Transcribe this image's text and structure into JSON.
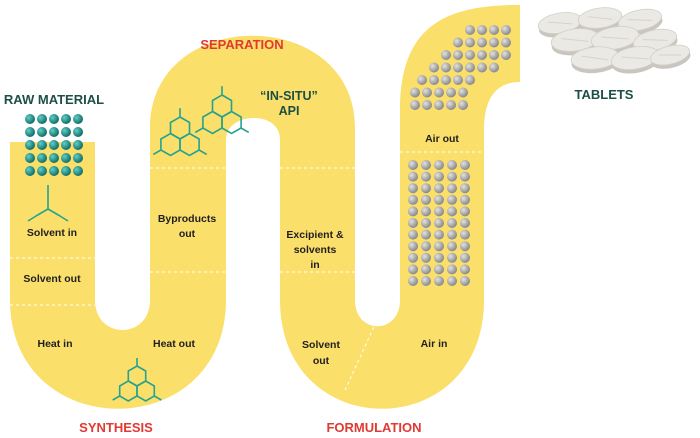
{
  "stage_labels": {
    "raw_material": "RAW MATERIAL",
    "separation": "SEPARATION",
    "synthesis": "SYNTHESIS",
    "formulation": "FORMULATION",
    "tablets": "TABLETS",
    "in_situ_line1": "“IN-SITU”",
    "in_situ_line2": "API"
  },
  "process_labels": {
    "solvent_in": "Solvent in",
    "solvent_out_1": "Solvent out",
    "heat_in": "Heat in",
    "heat_out": "Heat out",
    "byproducts_line1": "Byproducts",
    "byproducts_line2": "out",
    "excipient_line1": "Excipient &",
    "excipient_line2": "solvents",
    "excipient_line3": "in",
    "solvent_out_2_line1": "Solvent",
    "solvent_out_2_line2": "out",
    "air_in": "Air in",
    "air_out": "Air out"
  },
  "colors": {
    "path_fill": "#fbdf6b",
    "stage_red": "#e03a33",
    "dark_teal": "#1d4f46",
    "molecule_teal": "#27a28e",
    "raw_dot": "#1f8e86",
    "gray_dot": "#a3a3a3",
    "tablet": "#e9e7e1"
  },
  "icons": {
    "molecule": "molecule-icon",
    "particle": "particle-icon",
    "tablet": "tablet-icon"
  }
}
